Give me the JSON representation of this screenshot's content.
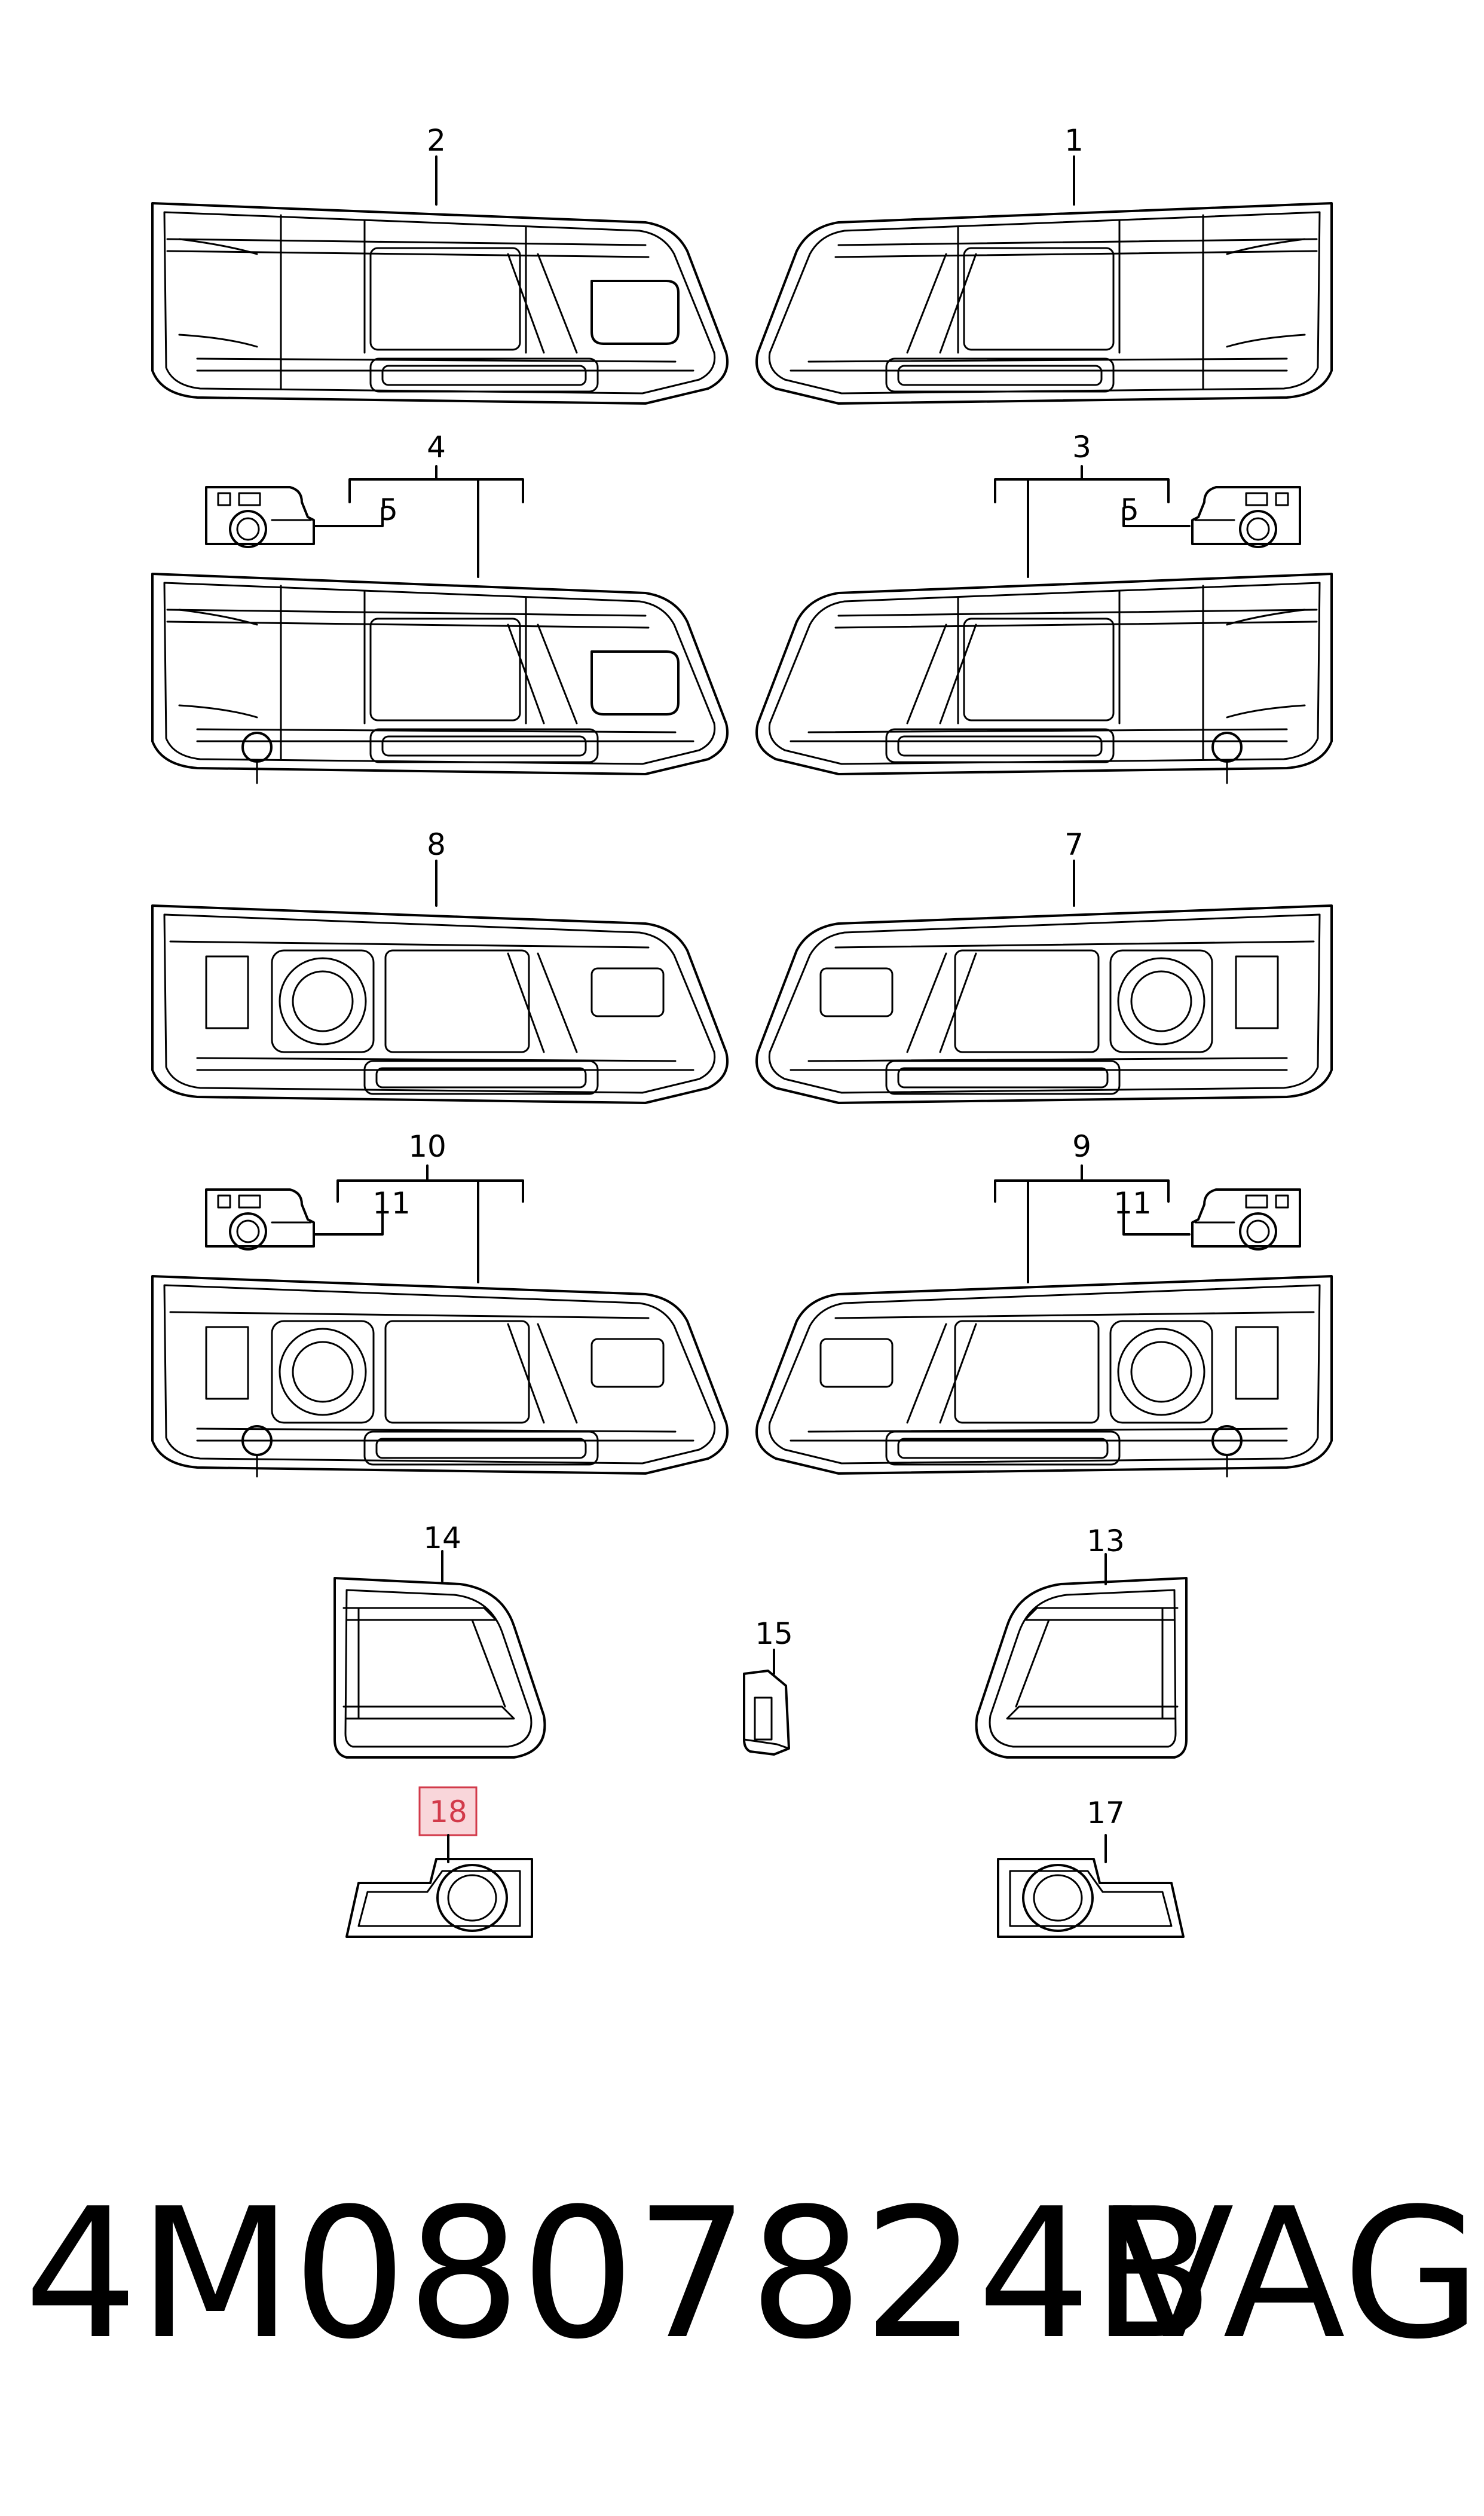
{
  "callouts": {
    "c1": "1",
    "c2": "2",
    "c3": "3",
    "c4": "4",
    "c5a": "5",
    "c5b": "5",
    "c7": "7",
    "c8": "8",
    "c9": "9",
    "c10": "10",
    "c11a": "11",
    "c11b": "11",
    "c13": "13",
    "c14": "14",
    "c15": "15",
    "c17": "17",
    "c18": "18"
  },
  "highlighted_callout": "18",
  "highlight_color": "#d23a4a",
  "footer": {
    "part_number": "4M0807824B",
    "brand": "VAG"
  }
}
